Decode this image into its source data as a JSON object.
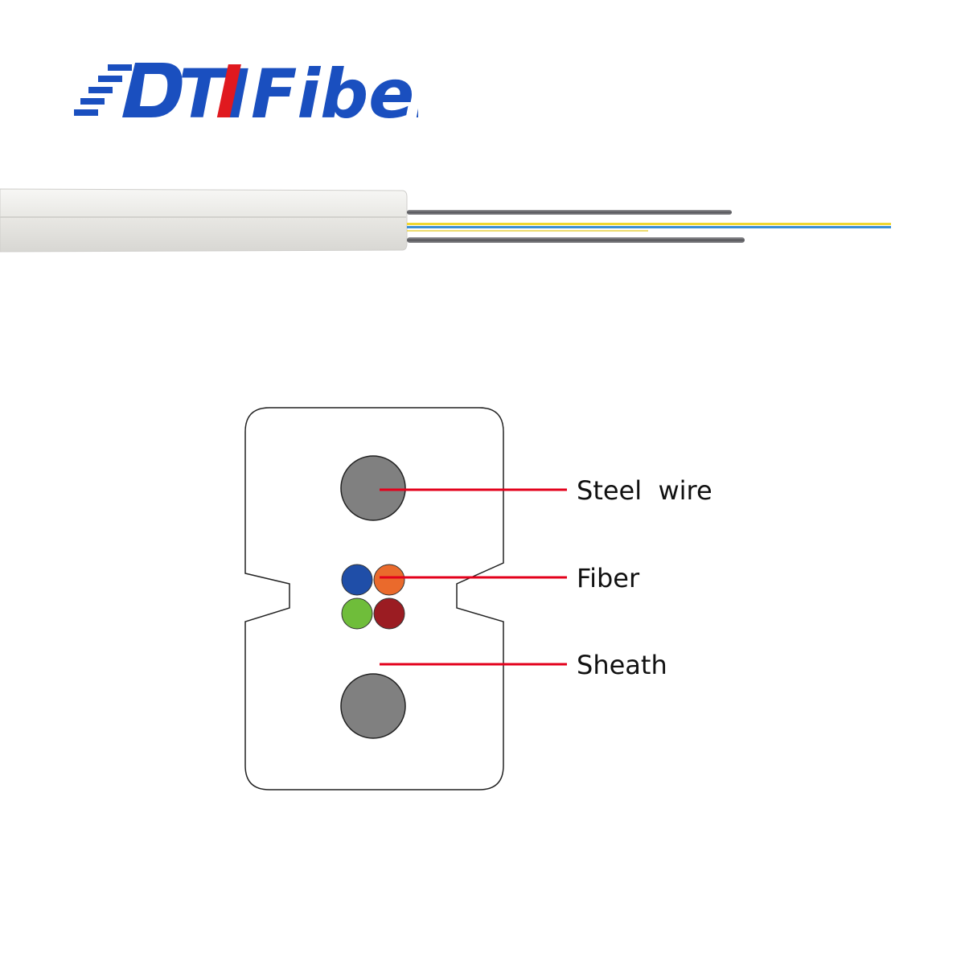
{
  "logo": {
    "text_ti_part": "TI",
    "text_fiber_part": "Fiber",
    "colors": {
      "blue": "#1a4fbf",
      "red": "#e0191f"
    }
  },
  "photo": {
    "colors": {
      "jacket": "#ecebe8",
      "steel_wire": "#6f6f72",
      "fiber_yellow": "#f0d731",
      "fiber_blue": "#3b8fd6"
    }
  },
  "diagram": {
    "labels": {
      "steel_wire": "Steel  wire",
      "fiber": "Fiber",
      "sheath": "Sheath"
    },
    "colors": {
      "outline": "#222222",
      "steel_wire_fill": "#808080",
      "leader_line": "#e3001b",
      "fiber_blue": "#1f4ea8",
      "fiber_orange": "#ea6a2c",
      "fiber_green": "#6fbd3a",
      "fiber_red": "#9b1c22"
    }
  }
}
